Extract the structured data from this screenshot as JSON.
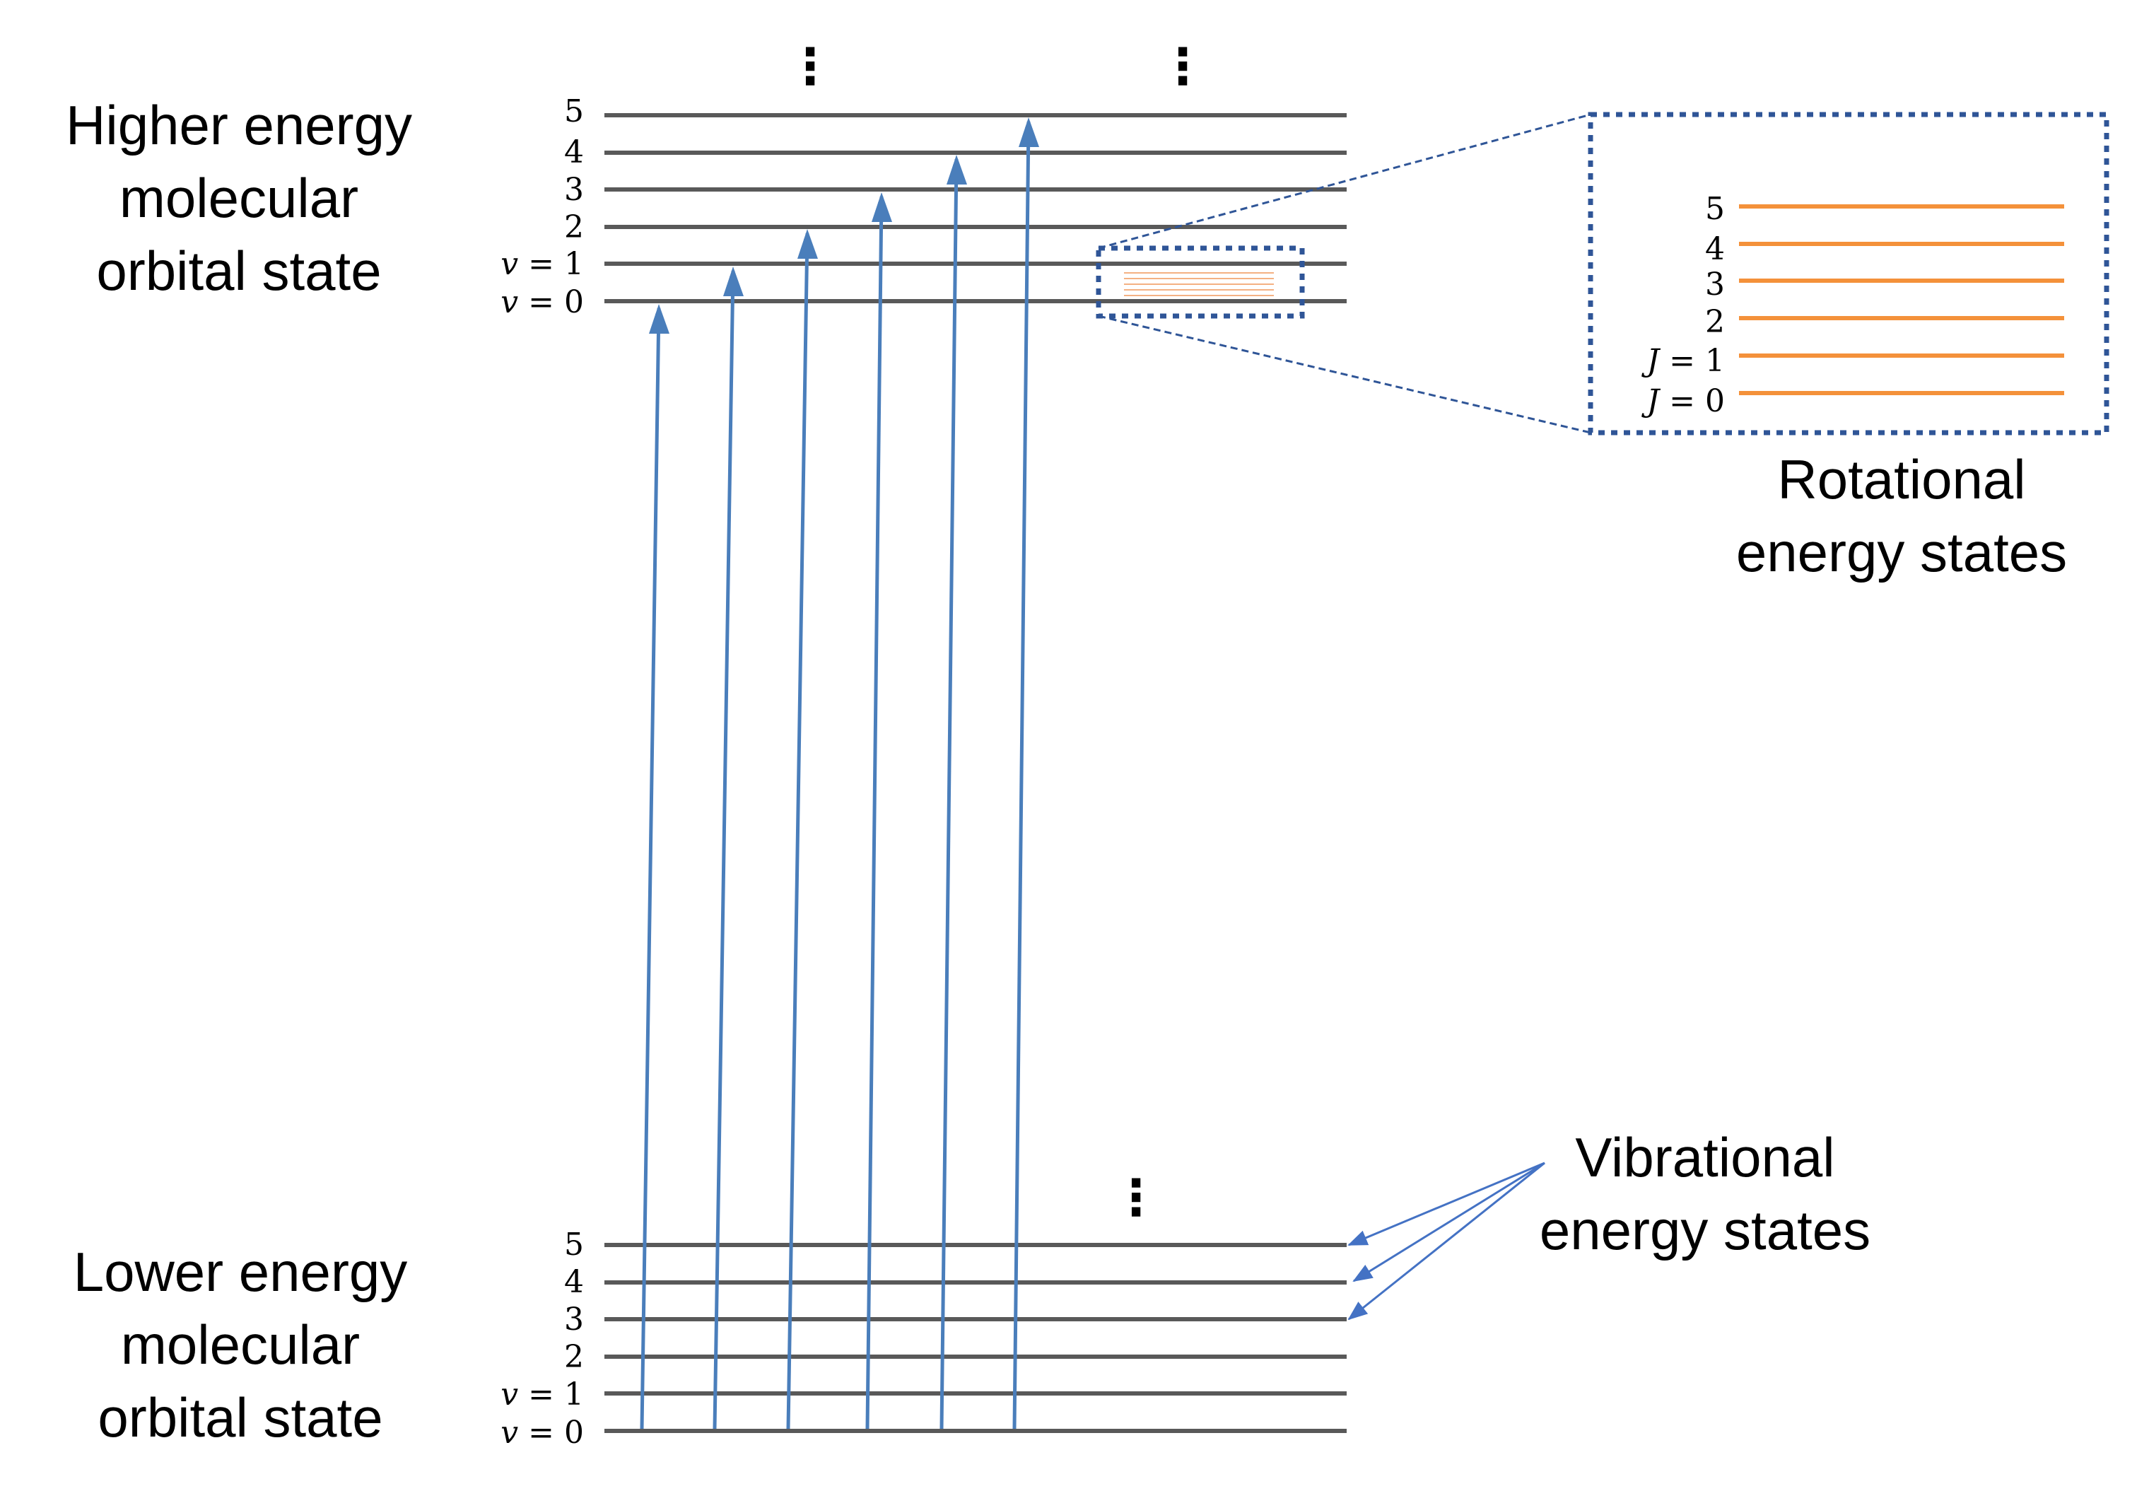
{
  "upper_state": {
    "label_lines": [
      "Higher energy",
      "molecular",
      "orbital state"
    ],
    "vibrational_levels": [
      "5",
      "4",
      "3",
      "2",
      "𝑣 = 1",
      "𝑣 = 0"
    ]
  },
  "lower_state": {
    "label_lines": [
      "Lower energy",
      "molecular",
      "orbital state"
    ],
    "vibrational_levels": [
      "5",
      "4",
      "3",
      "2",
      "𝑣 = 1",
      "𝑣 = 0"
    ]
  },
  "rotational_inset": {
    "levels": [
      "5",
      "4",
      "3",
      "2",
      "𝐽 = 1",
      "𝐽 = 0"
    ],
    "caption_lines": [
      "Rotational",
      "energy states"
    ]
  },
  "vibrational_callout": {
    "caption_lines": [
      "Vibrational",
      "energy states"
    ]
  },
  "ellipsis": "⋮",
  "colors": {
    "level_line": "#595959",
    "transition_arrow": "#4a7ebb",
    "rotational_line": "#f4913a",
    "inset_border": "#2f5597",
    "callout_line": "#4472c4"
  }
}
